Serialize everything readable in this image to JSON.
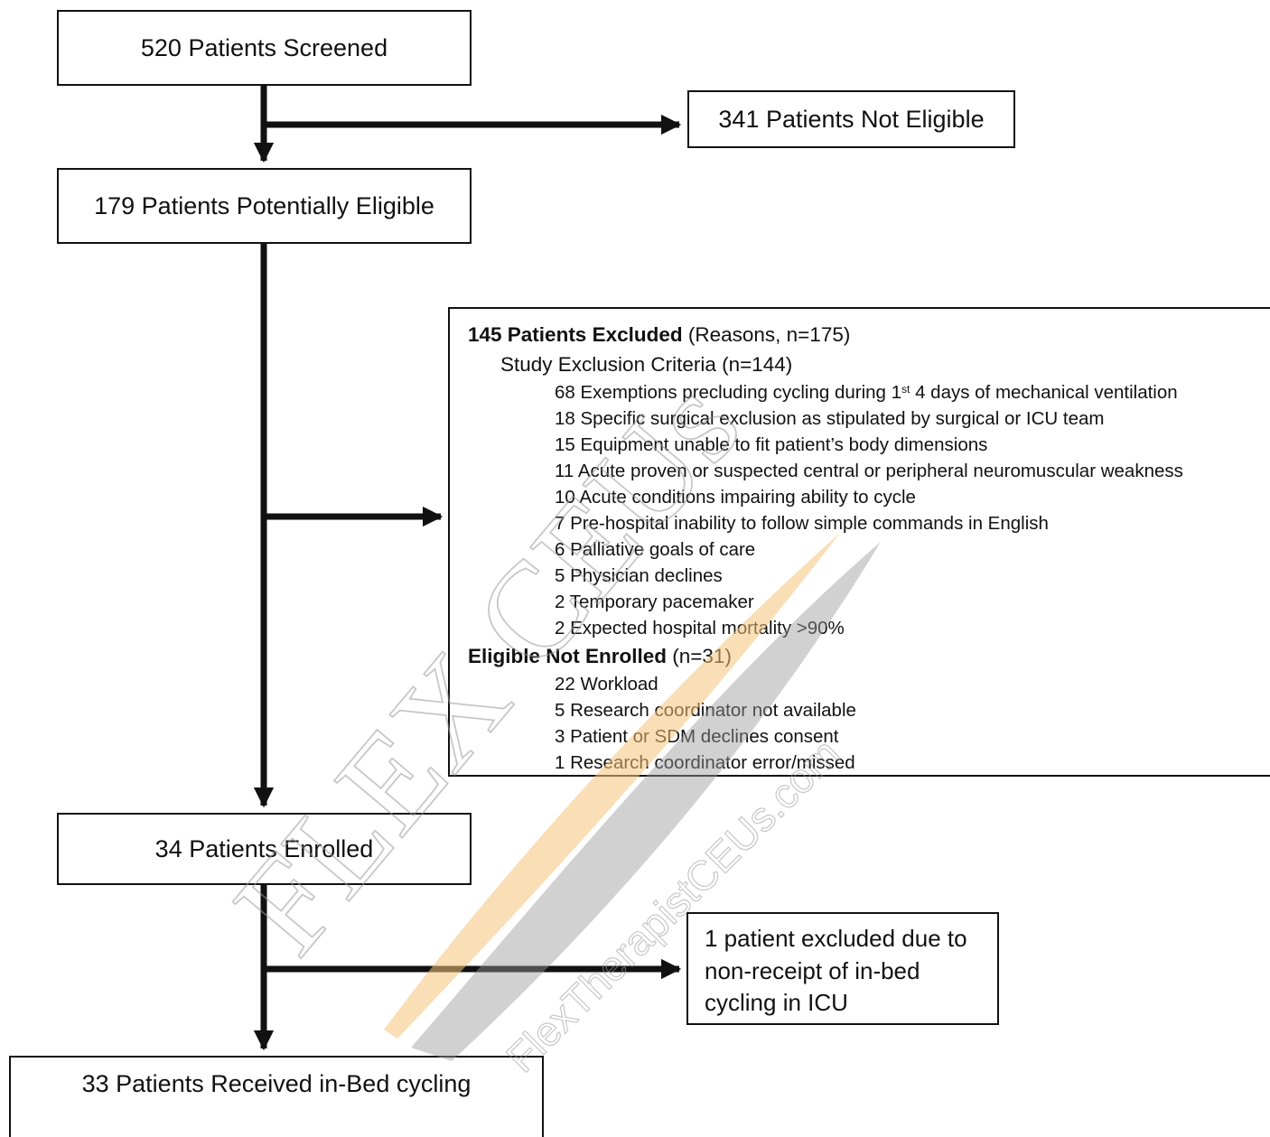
{
  "boxes": {
    "screened": "520 Patients Screened",
    "not_eligible": "341 Patients Not Eligible",
    "potentially_eligible": "179 Patients Potentially Eligible",
    "enrolled": "34 Patients Enrolled",
    "excluded_one": "1 patient excluded due to non-receipt of in-bed cycling in ICU",
    "received": "33 Patients Received in-Bed cycling"
  },
  "excluded": {
    "heading_bold": "145 Patients Excluded",
    "heading_rest": " (Reasons, n=175)",
    "study_criteria": "Study Exclusion Criteria (n=144)",
    "reason_first_pre": "68 Exemptions precluding cycling during 1",
    "reason_first_sup": "st",
    "reason_first_post": " 4 days of mechanical ventilation",
    "reasons": [
      "18 Specific surgical exclusion as stipulated by surgical or ICU team",
      "15 Equipment unable to fit patient’s body dimensions",
      "11 Acute proven or suspected central or peripheral neuromuscular weakness",
      "10 Acute conditions impairing ability to cycle",
      "7 Pre-hospital inability to follow simple commands in English",
      "6 Palliative goals of care",
      "5 Physician declines",
      "2 Temporary pacemaker",
      "2 Expected hospital mortality >90%"
    ],
    "not_enrolled_bold": "Eligible Not Enrolled",
    "not_enrolled_rest": " (n=31)",
    "not_enrolled_reasons": [
      "22 Workload",
      "5 Research coordinator not available",
      "3 Patient or SDM declines consent",
      "1 Research coordinator error/missed"
    ]
  },
  "watermark": {
    "main": "FLEX CEUs",
    "url": "FlexTherapistCEUs.com",
    "colors": {
      "gray": "#9a9a9a",
      "orange": "#f5c27a"
    }
  }
}
